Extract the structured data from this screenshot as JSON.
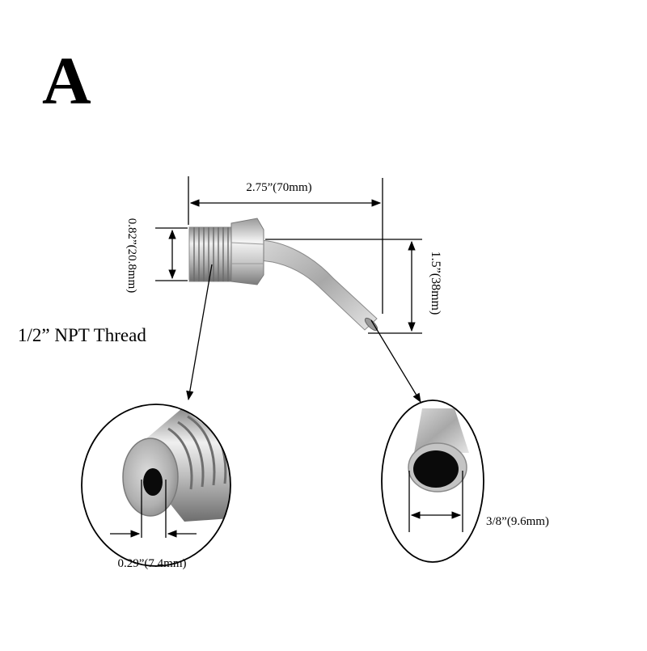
{
  "figure": {
    "variant_letter": "A",
    "thread_label": "1/2” NPT Thread",
    "dimensions": {
      "overall_length": "2.75”(70mm)",
      "thread_height": "0.82”(20.8mm)",
      "drop_height": "1.5”(38mm)",
      "thread_bore": "0.29”(7.4mm)",
      "tube_od": "3/8”(9.6mm)"
    },
    "colors": {
      "metal_light": "#e8e8e8",
      "metal_mid": "#b4b4b4",
      "metal_dark": "#7a7a7a",
      "line": "#000000"
    }
  }
}
